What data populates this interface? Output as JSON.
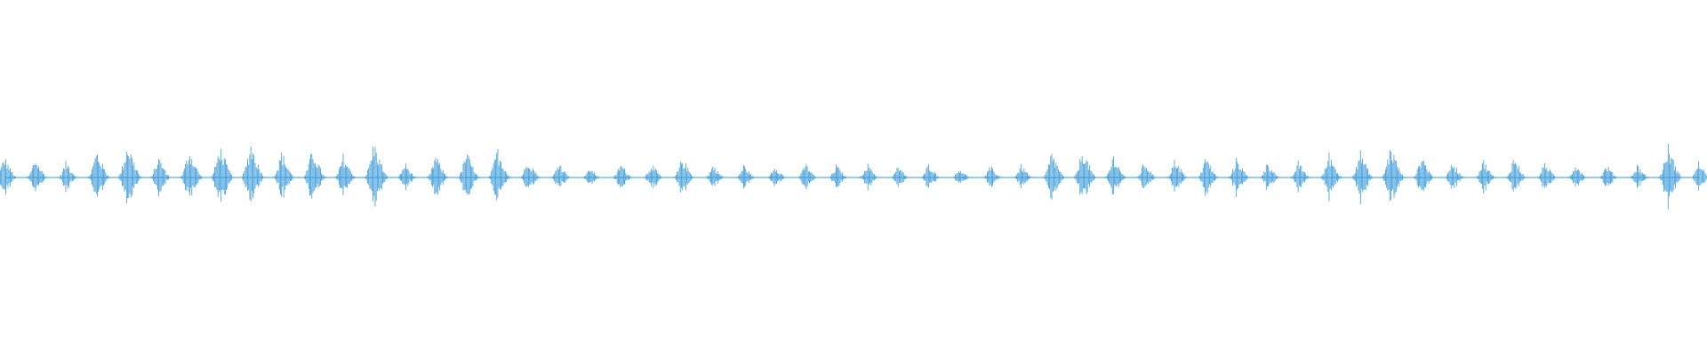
{
  "waveform": {
    "color": "#3a9ad9",
    "background": "#ffffff",
    "burst_count": 56,
    "peak_levels": [
      0.13,
      0.12,
      0.1,
      0.17,
      0.22,
      0.13,
      0.18,
      0.2,
      0.22,
      0.16,
      0.18,
      0.14,
      0.22,
      0.09,
      0.14,
      0.16,
      0.18,
      0.12,
      0.1,
      0.06,
      0.09,
      0.09,
      0.13,
      0.08,
      0.08,
      0.08,
      0.09,
      0.08,
      0.09,
      0.07,
      0.09,
      0.06,
      0.07,
      0.08,
      0.16,
      0.18,
      0.14,
      0.1,
      0.12,
      0.13,
      0.13,
      0.1,
      0.1,
      0.15,
      0.17,
      0.2,
      0.14,
      0.1,
      0.11,
      0.13,
      0.1,
      0.09,
      0.08,
      0.08,
      0.2,
      0.1
    ]
  }
}
